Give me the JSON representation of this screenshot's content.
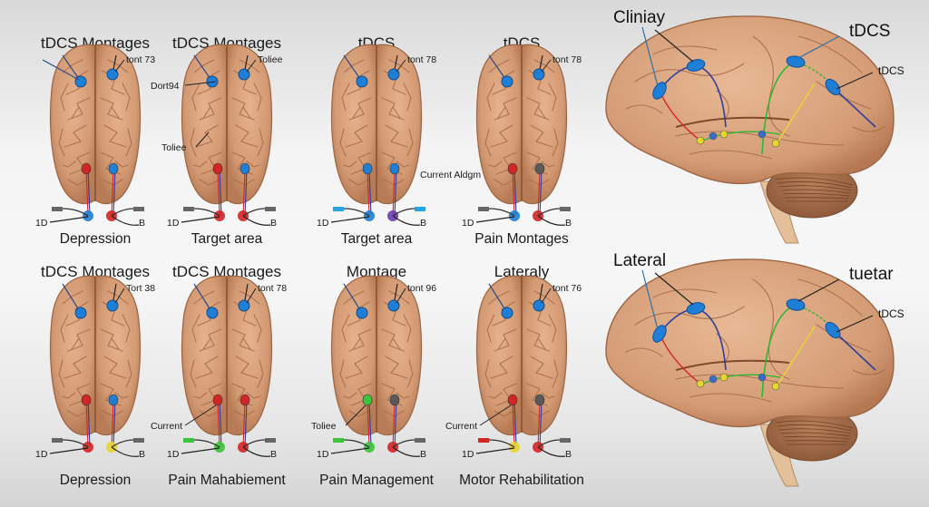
{
  "figure": {
    "topic": "tDCS electrode montages",
    "colors": {
      "brain": "#d9a27c",
      "brain_outline": "#9c6544",
      "electrode_blue": "#1f7fd6",
      "electrode_red": "#d42525",
      "electrode_green": "#3cc43c",
      "electrode_yellow": "#e8d62a",
      "electrode_gray": "#5a5a5a",
      "background": "#f4f4f4"
    }
  },
  "panels": [
    {
      "id": "top-1",
      "title": "tDCS Montages",
      "caption": "Depression",
      "annotations": [
        "tont 73"
      ],
      "left_pad": "1D",
      "right_pad": "B",
      "top_electrodes": [
        "blue",
        "blue"
      ],
      "bottom_electrodes": [
        "red",
        "blue"
      ],
      "connectors": [
        "blue",
        "red"
      ]
    },
    {
      "id": "top-2",
      "title": "tDCS Montages",
      "caption": "Target area",
      "annotations": [
        "Toliee",
        "Dort94",
        "Toliee"
      ],
      "left_pad": "1D",
      "right_pad": "B",
      "top_electrodes": [
        "blue",
        "blue"
      ],
      "bottom_electrodes": [
        "red",
        "blue"
      ],
      "connectors": [
        "red",
        "red"
      ]
    },
    {
      "id": "top-3",
      "title": "tDCS",
      "caption": "Target area",
      "annotations": [
        "tont 78",
        "Current Aldgm"
      ],
      "left_pad": "1D",
      "right_pad": "B",
      "top_electrodes": [
        "blue",
        "blue"
      ],
      "bottom_electrodes": [
        "blue",
        "blue"
      ],
      "connectors": [
        "blue",
        "purple"
      ]
    },
    {
      "id": "top-4",
      "title": "tDCS",
      "caption": "Pain Montages",
      "annotations": [
        "tont 78"
      ],
      "left_pad": "1D",
      "right_pad": "B",
      "top_electrodes": [
        "blue",
        "blue"
      ],
      "bottom_electrodes": [
        "red",
        "gray"
      ],
      "connectors": [
        "blue",
        "red"
      ]
    },
    {
      "id": "bottom-1",
      "title": "tDCS Montages",
      "caption": "Depression",
      "annotations": [
        "Tort 38"
      ],
      "left_pad": "1D",
      "right_pad": "B",
      "top_electrodes": [
        "blue",
        "blue"
      ],
      "bottom_electrodes": [
        "red",
        "blue"
      ],
      "connectors": [
        "red",
        "yellow"
      ]
    },
    {
      "id": "bottom-2",
      "title": "tDCS Montages",
      "caption": "Pain Mahabiement",
      "annotations": [
        "tont 78",
        "Current"
      ],
      "left_pad": "1D",
      "right_pad": "B",
      "top_electrodes": [
        "blue",
        "blue"
      ],
      "bottom_electrodes": [
        "red",
        "red"
      ],
      "connectors": [
        "green",
        "red"
      ]
    },
    {
      "id": "bottom-3",
      "title": "Montage",
      "caption": "Pain Management",
      "annotations": [
        "tont 96",
        "Toliee"
      ],
      "left_pad": "1D",
      "right_pad": "B",
      "top_electrodes": [
        "blue",
        "blue"
      ],
      "bottom_electrodes": [
        "green",
        "gray"
      ],
      "connectors": [
        "green",
        "red"
      ]
    },
    {
      "id": "bottom-4",
      "title": "Lateraly",
      "caption": "Motor Rehabilitation",
      "annotations": [
        "tont 76",
        "Current"
      ],
      "left_pad": "1D",
      "right_pad": "B",
      "top_electrodes": [
        "blue",
        "blue"
      ],
      "bottom_electrodes": [
        "red",
        "gray"
      ],
      "connectors": [
        "yellow",
        "red"
      ]
    }
  ],
  "lateral_views": [
    {
      "id": "lateral-top",
      "labels": {
        "front": "Cliniay",
        "top": "tDCS",
        "side": "tDCS"
      }
    },
    {
      "id": "lateral-bottom",
      "labels": {
        "front": "Lateral",
        "top": "tuetar",
        "side": "tDCS"
      }
    }
  ]
}
